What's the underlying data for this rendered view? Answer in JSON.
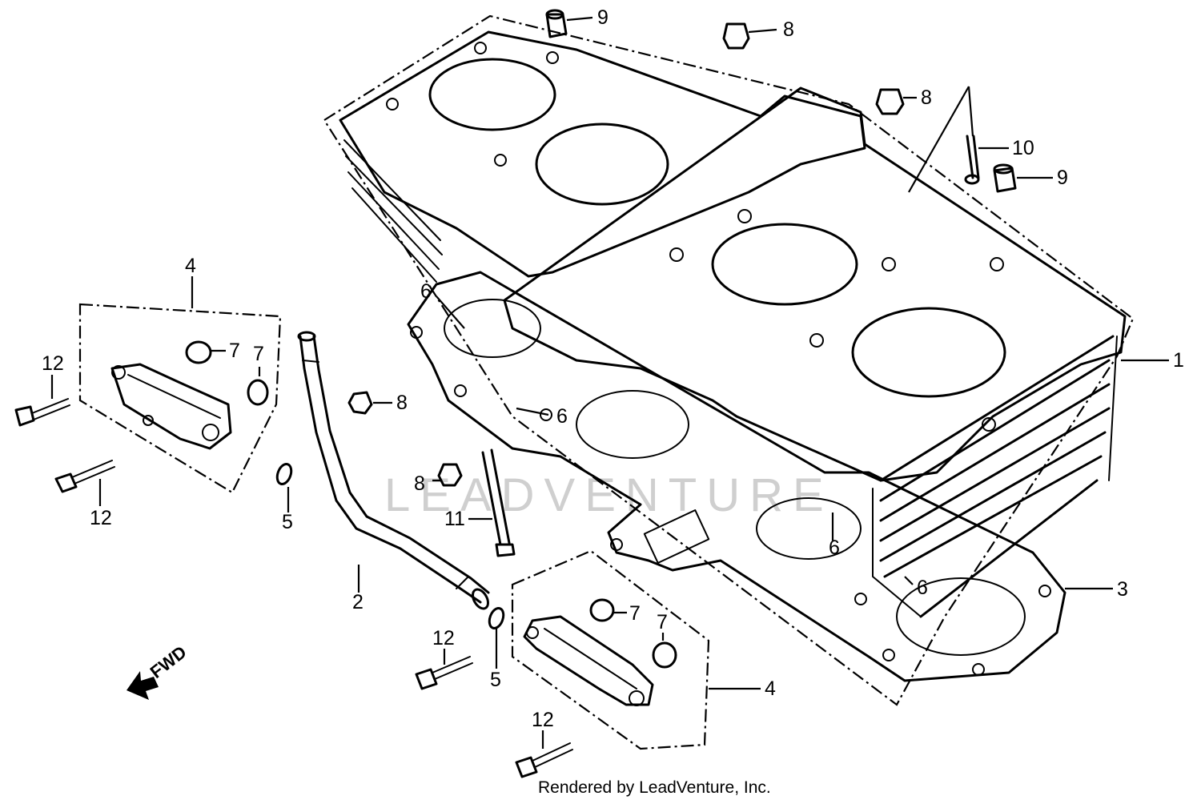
{
  "diagram": {
    "callouts": {
      "c1": "1",
      "c2": "2",
      "c3": "3",
      "c4a": "4",
      "c4b": "4",
      "c5a": "5",
      "c5b": "5",
      "c6a": "6",
      "c6b": "6",
      "c6c": "6",
      "c6d": "6",
      "c7a": "7",
      "c7b": "7",
      "c7c": "7",
      "c7d": "7",
      "c8a": "8",
      "c8b": "8",
      "c8c": "8",
      "c8d": "8",
      "c9a": "9",
      "c9b": "9",
      "c10": "10",
      "c11": "11",
      "c12a": "12",
      "c12b": "12",
      "c12c": "12",
      "c12d": "12"
    },
    "direction_label": "FWD",
    "watermark": "LEADVENTURE",
    "credit": "Rendered by LeadVenture, Inc."
  },
  "colors": {
    "ink": "#000000",
    "background": "#ffffff",
    "watermark": "#cfcfcf"
  }
}
